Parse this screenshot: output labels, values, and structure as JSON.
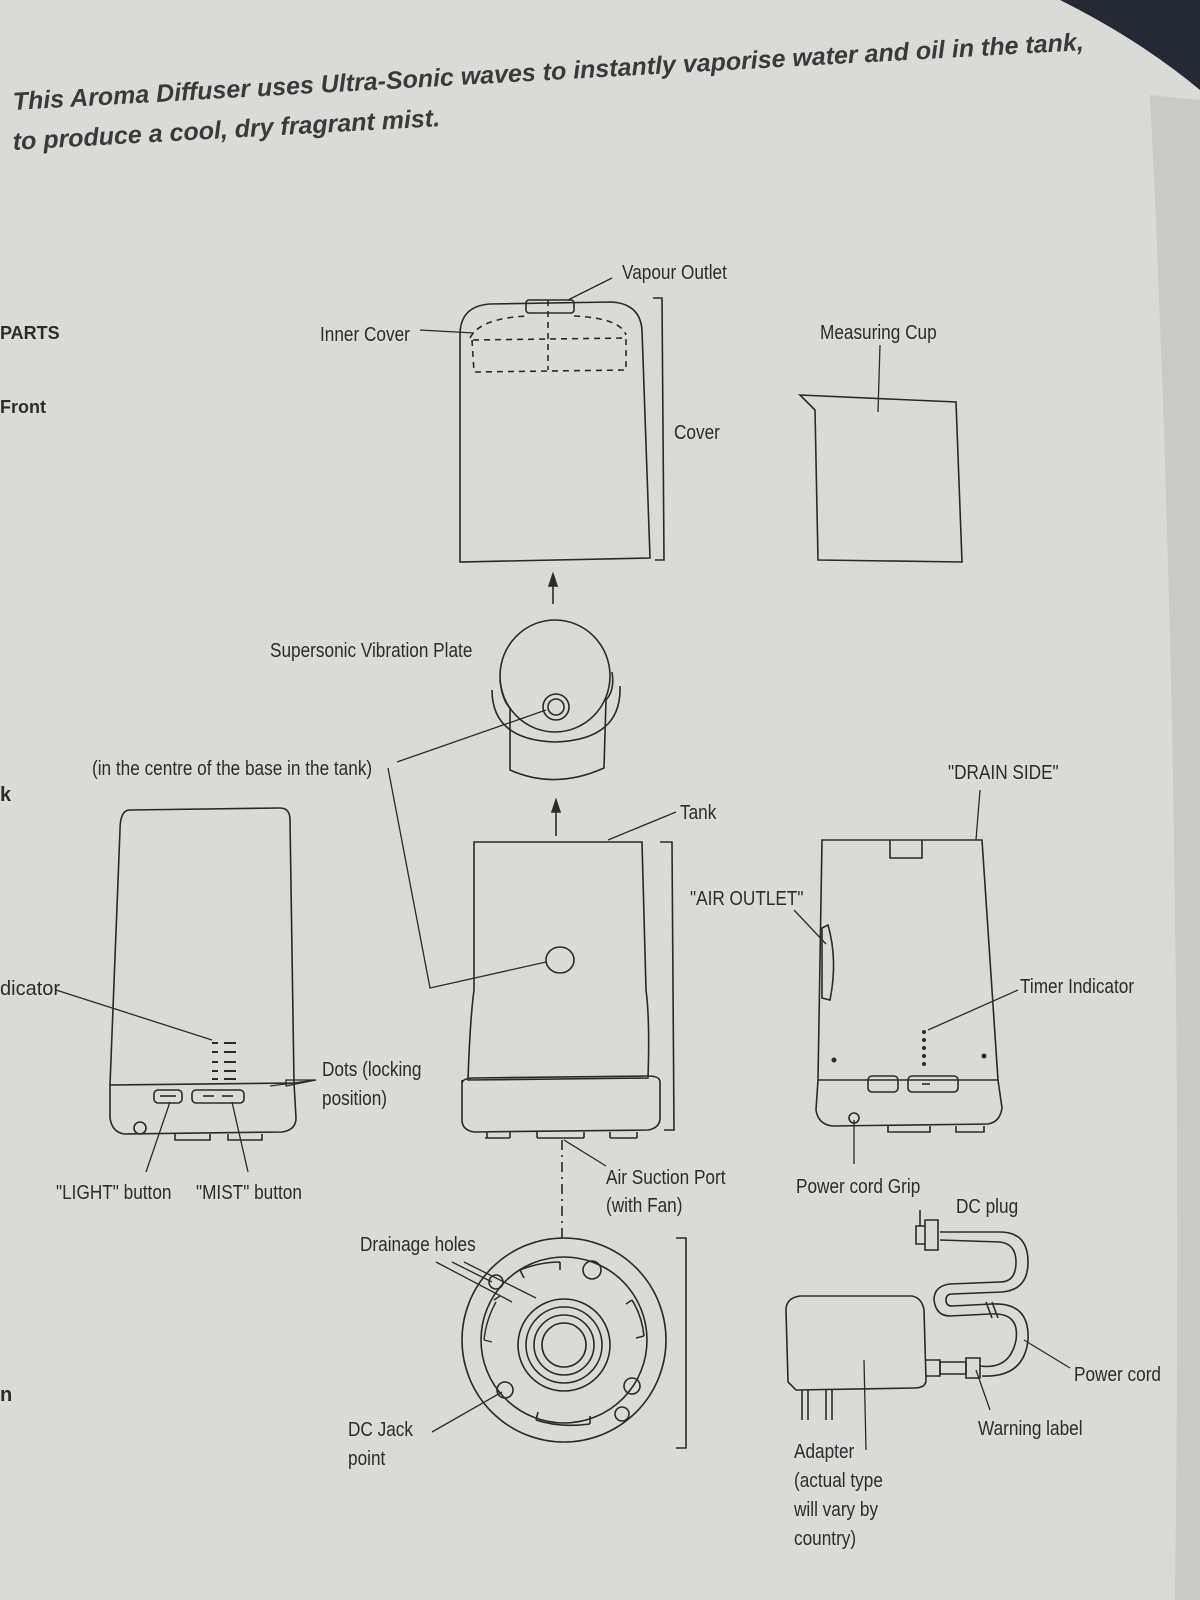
{
  "intro": {
    "line1": "This Aroma Diffuser uses Ultra-Sonic waves to instantly vaporise water and oil in the tank,",
    "line2": "to produce a cool, dry fragrant mist."
  },
  "margin": {
    "parts": "PARTS",
    "front": "Front",
    "back": "k",
    "indicator": "dicator",
    "bottom": "n"
  },
  "labels": {
    "vapour_outlet": "Vapour Outlet",
    "inner_cover": "Inner Cover",
    "cover": "Cover",
    "measuring_cup": "Measuring Cup",
    "supersonic_plate": "Supersonic Vibration Plate",
    "centre_base": "(in the centre of the base in the tank)",
    "tank": "Tank",
    "drain_side": "\"DRAIN SIDE\"",
    "air_outlet": "\"AIR OUTLET\"",
    "timer_indicator": "Timer Indicator",
    "dots_locking": "Dots (locking\nposition)",
    "light_button": "\"LIGHT\" button",
    "mist_button": "\"MIST\" button",
    "air_suction": "Air Suction Port\n(with Fan)",
    "power_cord_grip": "Power cord Grip",
    "dc_plug": "DC plug",
    "drainage_holes": "Drainage holes",
    "dc_jack": "DC Jack\npoint",
    "power_cord": "Power cord",
    "warning_label": "Warning label",
    "adapter": "Adapter\n(actual type\nwill vary by\ncountry)"
  }
}
